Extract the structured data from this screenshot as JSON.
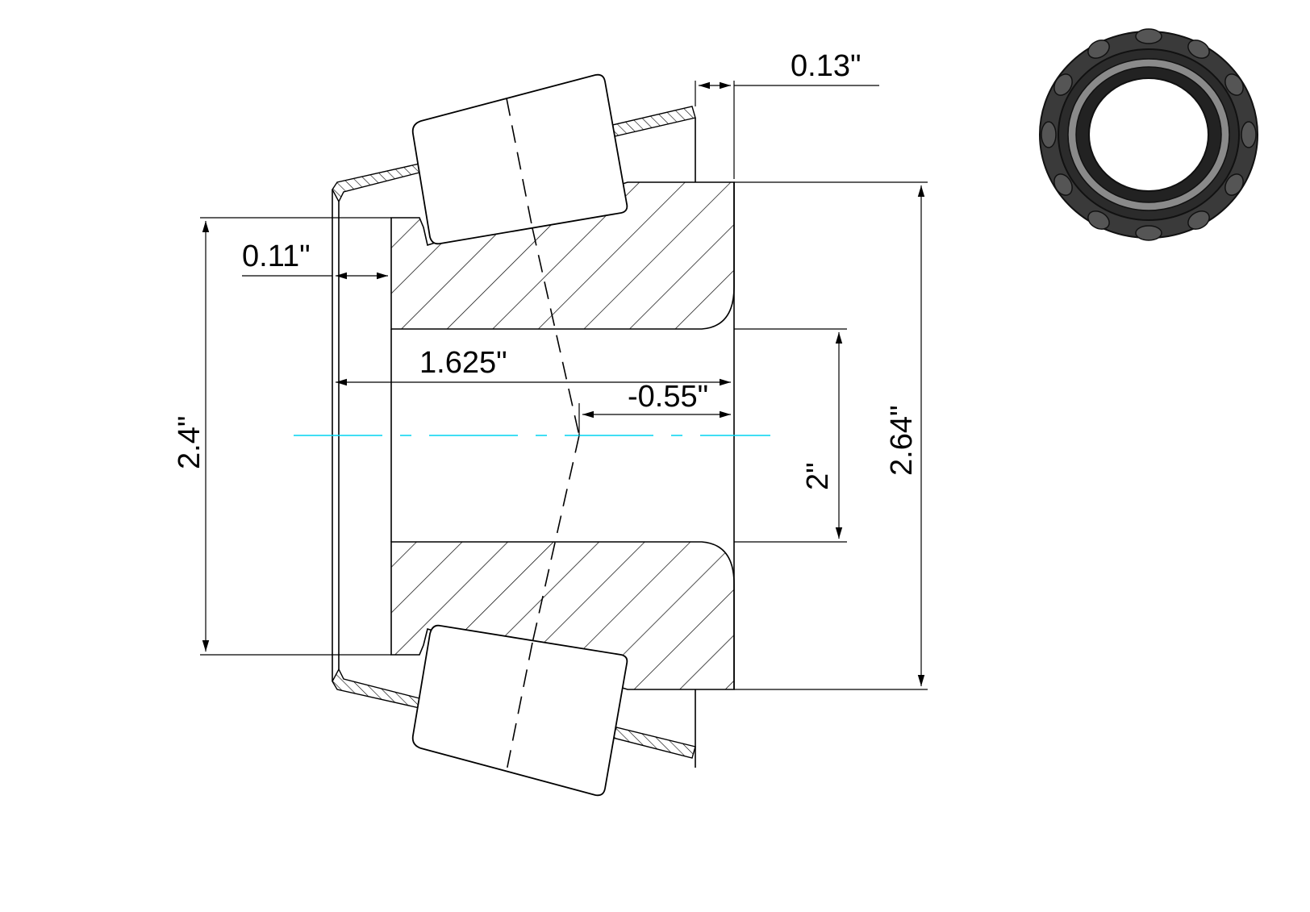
{
  "drawing": {
    "dimensions": {
      "cage_thickness_top": "0.13\"",
      "cage_offset_left": "0.11\"",
      "overall_length": "1.625\"",
      "apex_offset": "-0.55\"",
      "outer_diameter_left": "2.4\"",
      "bore_diameter": "2\"",
      "outer_diameter_right": "2.64\""
    },
    "colors": {
      "centerline": "#00d4f0",
      "line": "#000000",
      "thumbnail_dark": "#2a2a2a"
    },
    "thumbnail": {
      "icon": "tapered-roller-bearing-cone-icon"
    }
  }
}
